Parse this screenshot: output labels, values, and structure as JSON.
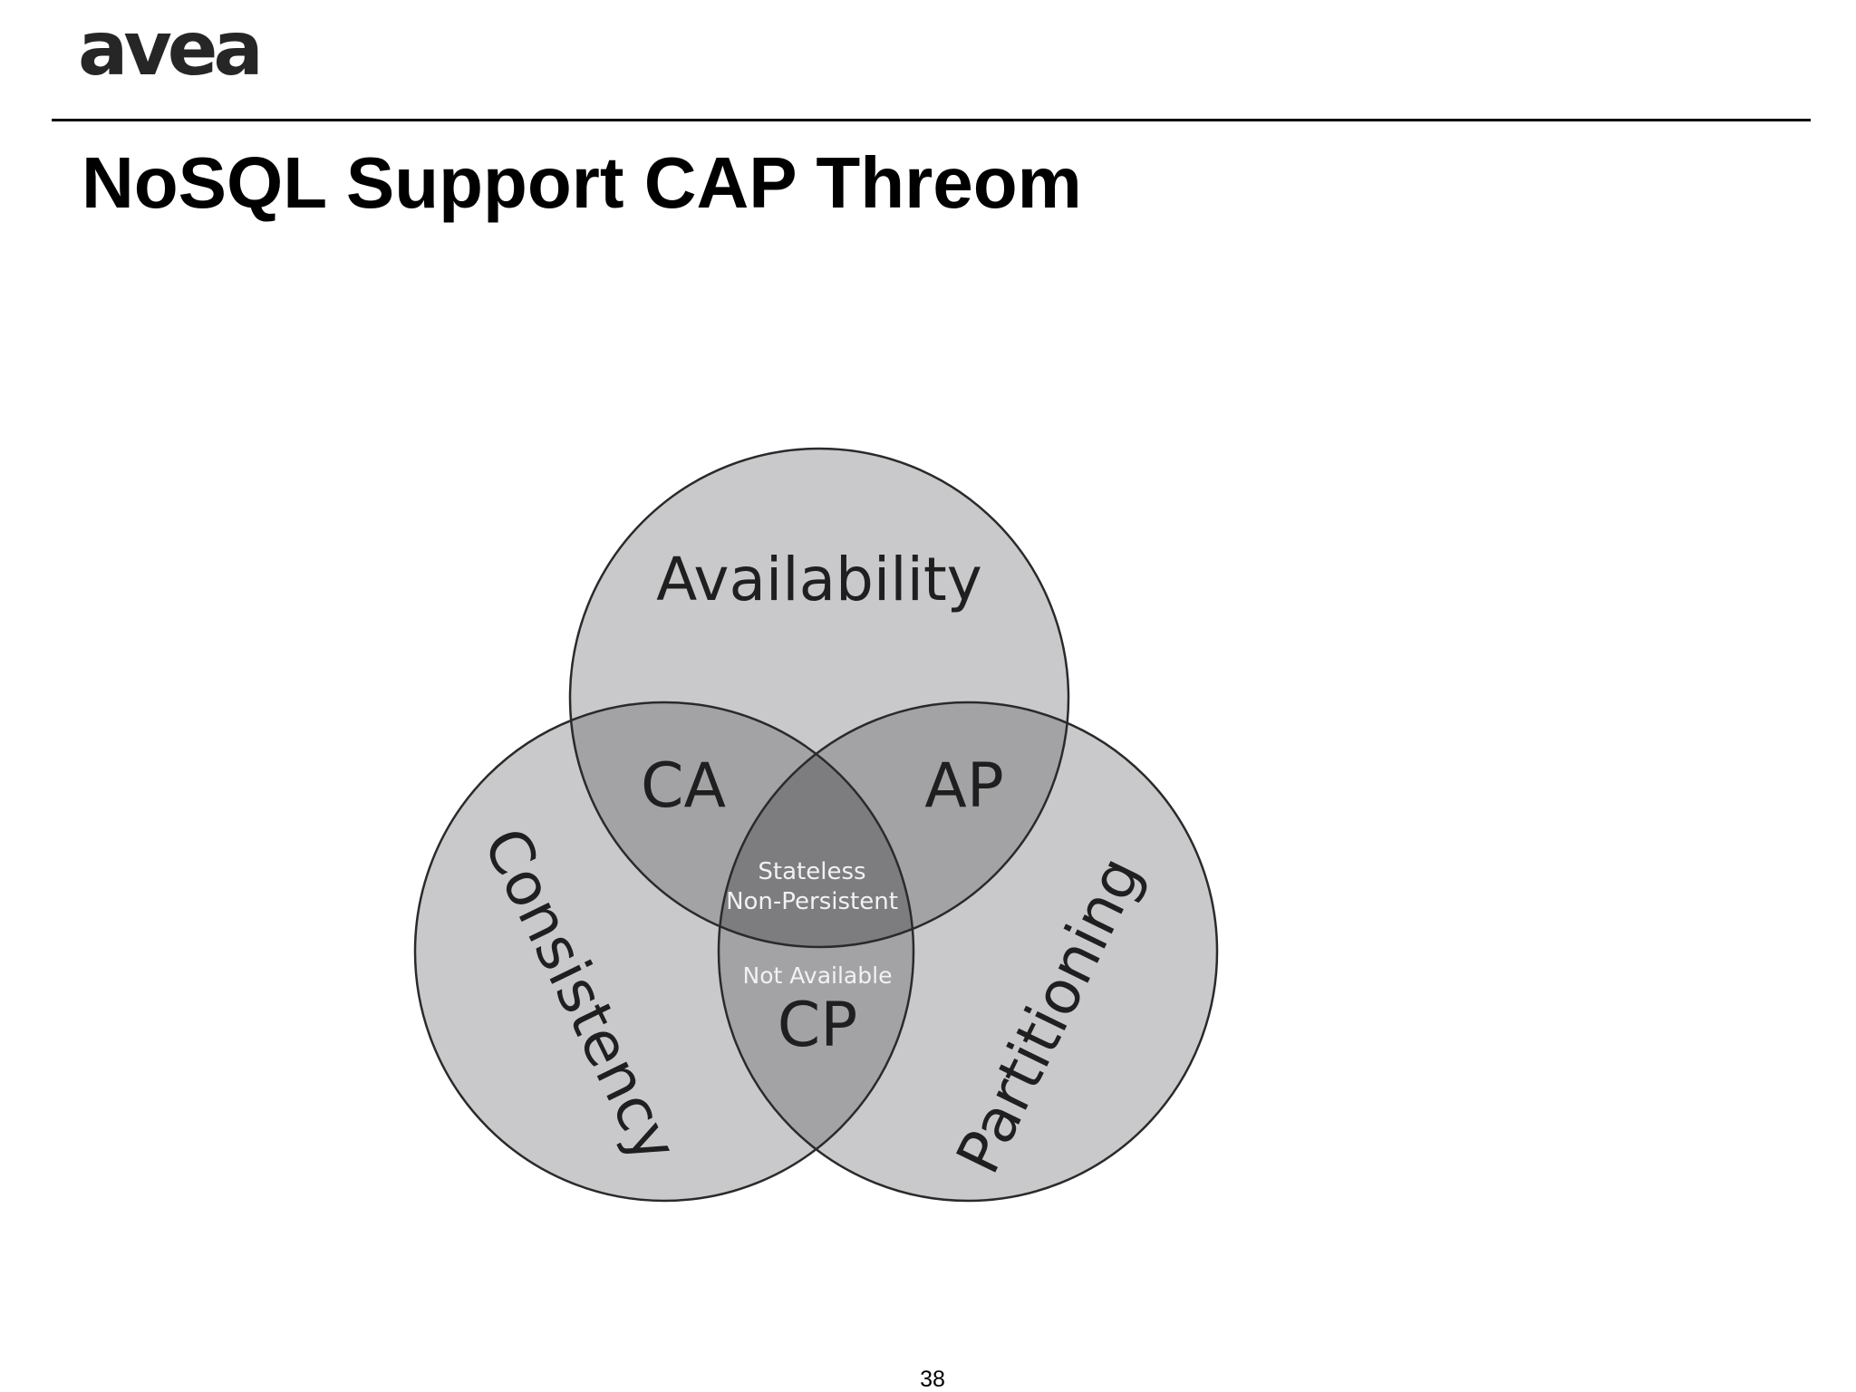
{
  "header": {
    "logo": "avea",
    "title": "NoSQL Support CAP Threom"
  },
  "diagram": {
    "sets": {
      "availability": "Availability",
      "consistency": "Consistency",
      "partitioning": "Partitioning"
    },
    "intersections": {
      "ca": "CA",
      "ap": "AP",
      "cp": "CP",
      "cp_note": "Not Available",
      "center_line1": "Stateless",
      "center_line2": "Non-Persistent"
    },
    "colors": {
      "circle_fill": "#c9c9cb",
      "pair_overlap": "#a3a3a5",
      "center_overlap": "#7d7d80",
      "outline": "#2a2a2a",
      "label_dark": "#1f1f1f",
      "label_light": "#f2f2f2"
    }
  },
  "footer": {
    "page_number": "38"
  }
}
